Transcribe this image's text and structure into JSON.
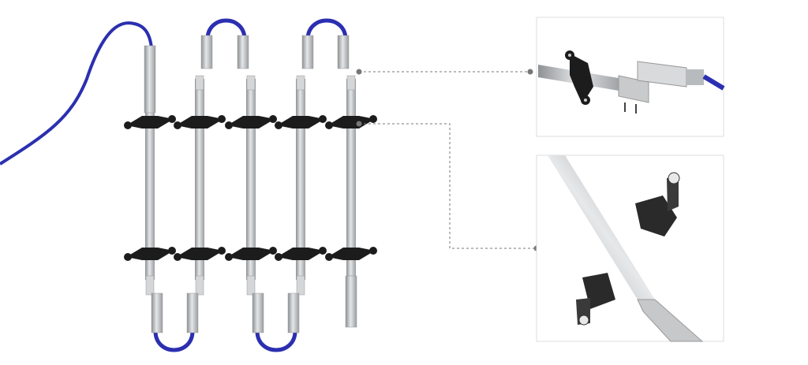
{
  "colors": {
    "cable": "#2b2fb0",
    "rod": "#c4c6c8",
    "rod_shade": "#8e9194",
    "clamp": "#1c1c1c",
    "callout_line": "#777777",
    "inset_border": "#dddddd"
  },
  "icons": {
    "rods": "aluminium-rod",
    "clamps": "bracket-clamp",
    "cables": "blue-cable",
    "connectors": "cable-connector"
  }
}
